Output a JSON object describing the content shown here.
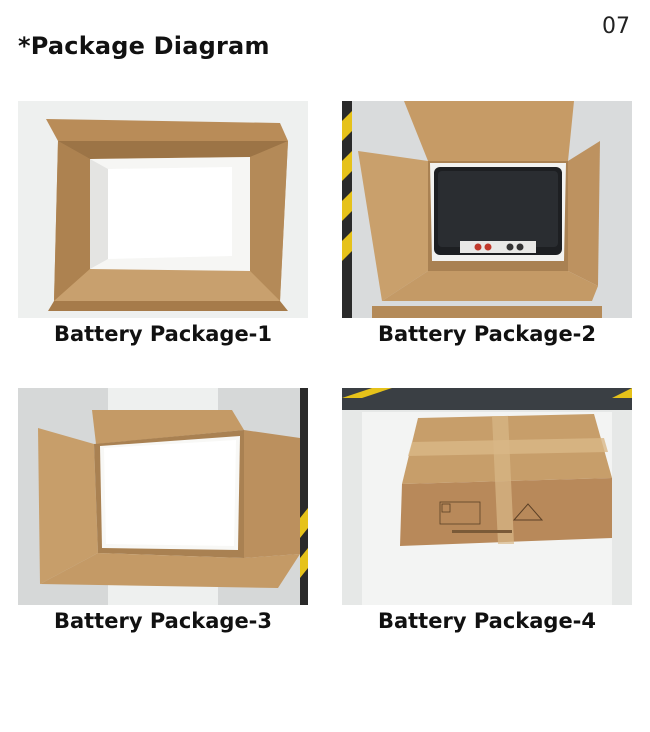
{
  "page": {
    "number": "07",
    "title": "*Package Diagram"
  },
  "items": [
    {
      "caption": "Battery Package-1"
    },
    {
      "caption": "Battery Package-2"
    },
    {
      "caption": "Battery Package-3"
    },
    {
      "caption": "Battery Package-4"
    }
  ]
}
